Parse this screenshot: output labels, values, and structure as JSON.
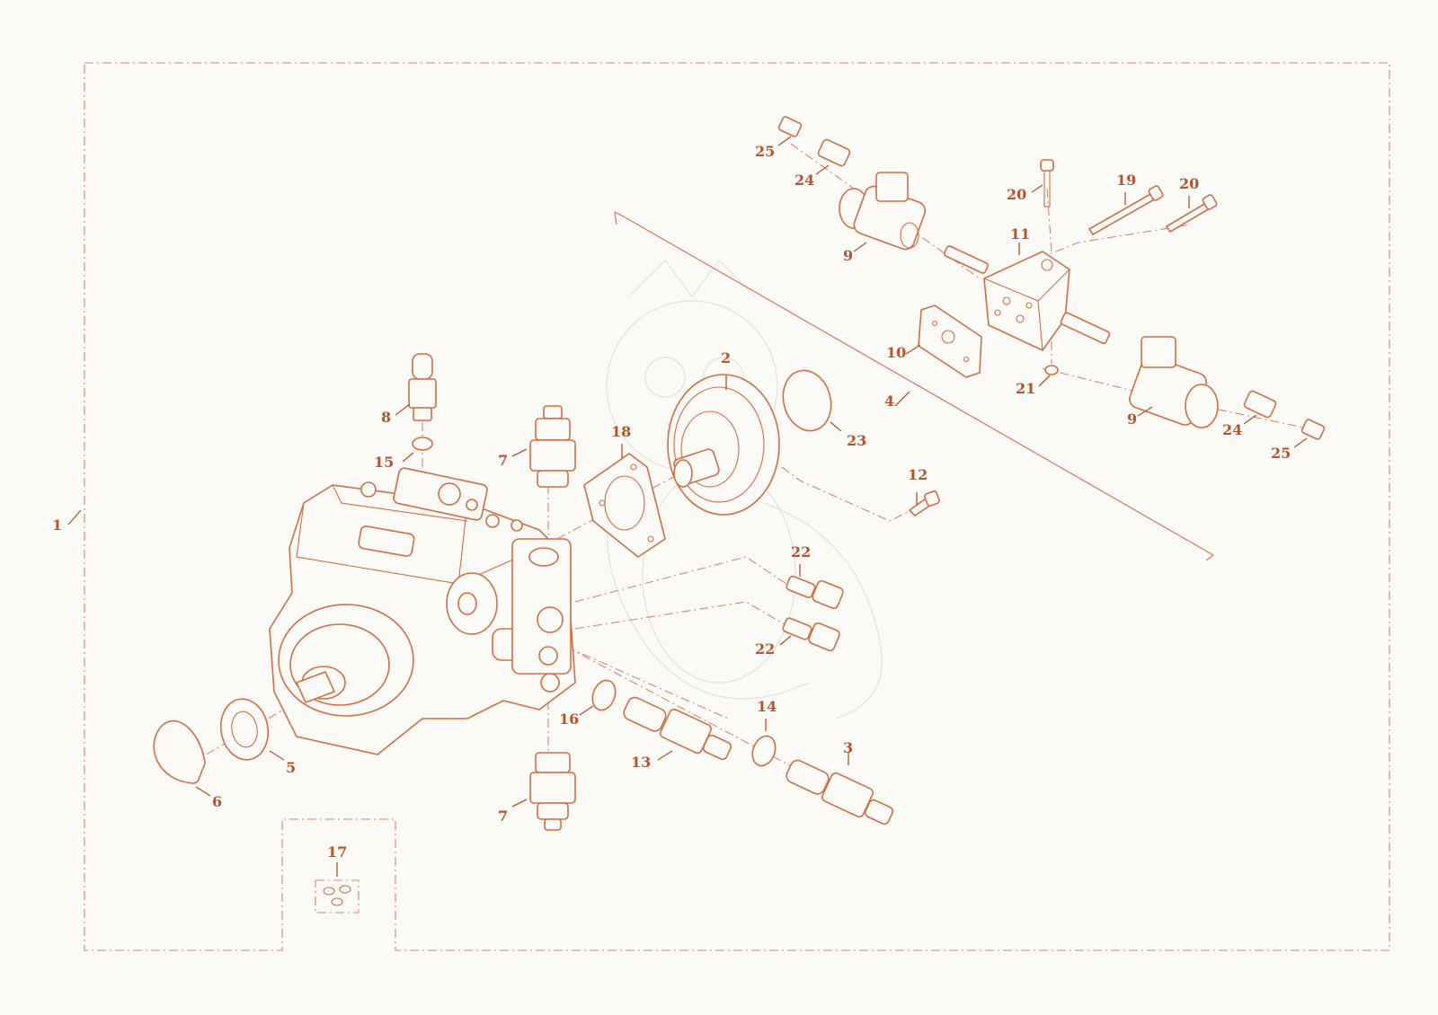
{
  "callouts": [
    {
      "id": "c1",
      "text": "1"
    },
    {
      "id": "c2",
      "text": "2"
    },
    {
      "id": "c3",
      "text": "3"
    },
    {
      "id": "c4",
      "text": "4"
    },
    {
      "id": "c5",
      "text": "5"
    },
    {
      "id": "c6",
      "text": "6"
    },
    {
      "id": "c7a",
      "text": "7"
    },
    {
      "id": "c7b",
      "text": "7"
    },
    {
      "id": "c8",
      "text": "8"
    },
    {
      "id": "c9a",
      "text": "9"
    },
    {
      "id": "c9b",
      "text": "9"
    },
    {
      "id": "c10",
      "text": "10"
    },
    {
      "id": "c11",
      "text": "11"
    },
    {
      "id": "c12",
      "text": "12"
    },
    {
      "id": "c13",
      "text": "13"
    },
    {
      "id": "c14",
      "text": "14"
    },
    {
      "id": "c15",
      "text": "15"
    },
    {
      "id": "c16",
      "text": "16"
    },
    {
      "id": "c17",
      "text": "17"
    },
    {
      "id": "c18",
      "text": "18"
    },
    {
      "id": "c19",
      "text": "19"
    },
    {
      "id": "c20a",
      "text": "20"
    },
    {
      "id": "c20b",
      "text": "20"
    },
    {
      "id": "c21",
      "text": "21"
    },
    {
      "id": "c22a",
      "text": "22"
    },
    {
      "id": "c22b",
      "text": "22"
    },
    {
      "id": "c23",
      "text": "23"
    },
    {
      "id": "c24a",
      "text": "24"
    },
    {
      "id": "c24b",
      "text": "24"
    },
    {
      "id": "c25a",
      "text": "25"
    },
    {
      "id": "c25b",
      "text": "25"
    }
  ],
  "colors": {
    "accent": "#cf6f46",
    "label": "#b5542c",
    "background": "#fbfaf7"
  }
}
